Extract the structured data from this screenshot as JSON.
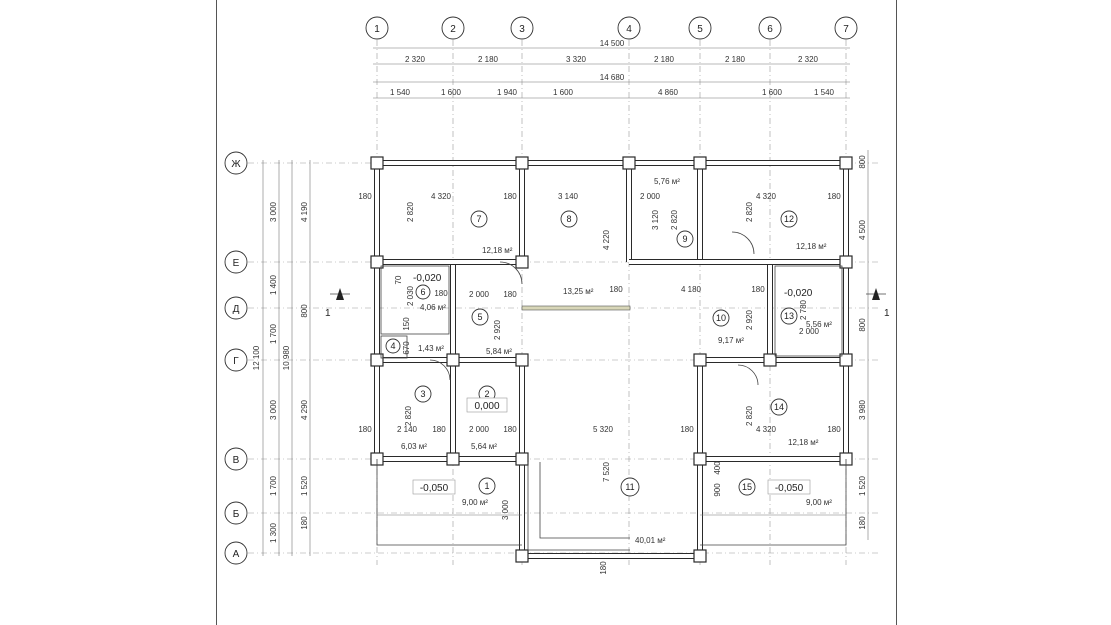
{
  "axes_top": [
    "1",
    "2",
    "3",
    "4",
    "5",
    "6",
    "7"
  ],
  "axes_left": [
    "Ж",
    "Е",
    "Д",
    "Г",
    "В",
    "Б",
    "А"
  ],
  "top_dims": {
    "overall_1": "14 500",
    "row1": [
      "2 320",
      "2 180",
      "3 320",
      "2 180",
      "2 180",
      "2 320"
    ],
    "overall_2": "14 680",
    "row2": [
      "1 540",
      "1 600",
      "1 940",
      "1 600",
      "4 860",
      "1 600",
      "1 540"
    ]
  },
  "left_dims": {
    "overall_a": "12 100",
    "overall_b": "10 980",
    "col1": [
      "3 000",
      "1 400",
      "1 700",
      "3 000",
      "1 700",
      "1 300"
    ],
    "col2": [
      "4 190",
      "800",
      "4 290",
      "1 520",
      "180"
    ],
    "col3_extra": [
      "670",
      "150"
    ]
  },
  "right_dims": [
    "800",
    "4 500",
    "800",
    "3 980",
    "1 520",
    "180"
  ],
  "section_marks": [
    "1",
    "1"
  ],
  "rooms": [
    {
      "num": "1",
      "area": "9,00 м²",
      "level": "-0,050"
    },
    {
      "num": "2",
      "area": "5,64 м²",
      "level": "0,000"
    },
    {
      "num": "3",
      "area": "6,03 м²"
    },
    {
      "num": "4",
      "area": "1,43 м²"
    },
    {
      "num": "5",
      "area": "5,84 м²"
    },
    {
      "num": "6",
      "area": "4,06 м²",
      "level": "-0,020"
    },
    {
      "num": "7",
      "area": "12,18 м²"
    },
    {
      "num": "8",
      "area": "13,25 м²"
    },
    {
      "num": "9",
      "area": "5,76 м²"
    },
    {
      "num": "10",
      "area": "9,17 м²"
    },
    {
      "num": "11",
      "area": "40,01 м²"
    },
    {
      "num": "12",
      "area": "12,18 м²"
    },
    {
      "num": "13",
      "area": "5,56 м²",
      "level": "-0,020"
    },
    {
      "num": "14",
      "area": "12,18 м²"
    },
    {
      "num": "15",
      "area": "9,00 м²",
      "level": "-0,050"
    }
  ],
  "inner_dims": {
    "r7_w": "4 320",
    "r7_h": "2 820",
    "r8_w": "3 140",
    "r8_h": "4 220",
    "r9_w": "2 000",
    "r9_h": "2 820",
    "r9_h2": "3 120",
    "r12_w": "4 320",
    "r12_h": "2 820",
    "r6_w": "180",
    "r6_h": "2 030",
    "r5_w": "2 000",
    "r5_h": "2 920",
    "r10_w": "4 180",
    "r10_h": "2 920",
    "r13_w": "2 000",
    "r13_h": "2 780",
    "r3_w": "2 140",
    "r3_h": "2 820",
    "r2_w": "2 000",
    "r11_w": "5 320",
    "r11_h": "7 520",
    "r14_w": "4 320",
    "r14_h": "2 820",
    "r1_h": "3 000",
    "r15_h": "900",
    "r15_h2": "400",
    "wall": "180",
    "small70": "70"
  }
}
